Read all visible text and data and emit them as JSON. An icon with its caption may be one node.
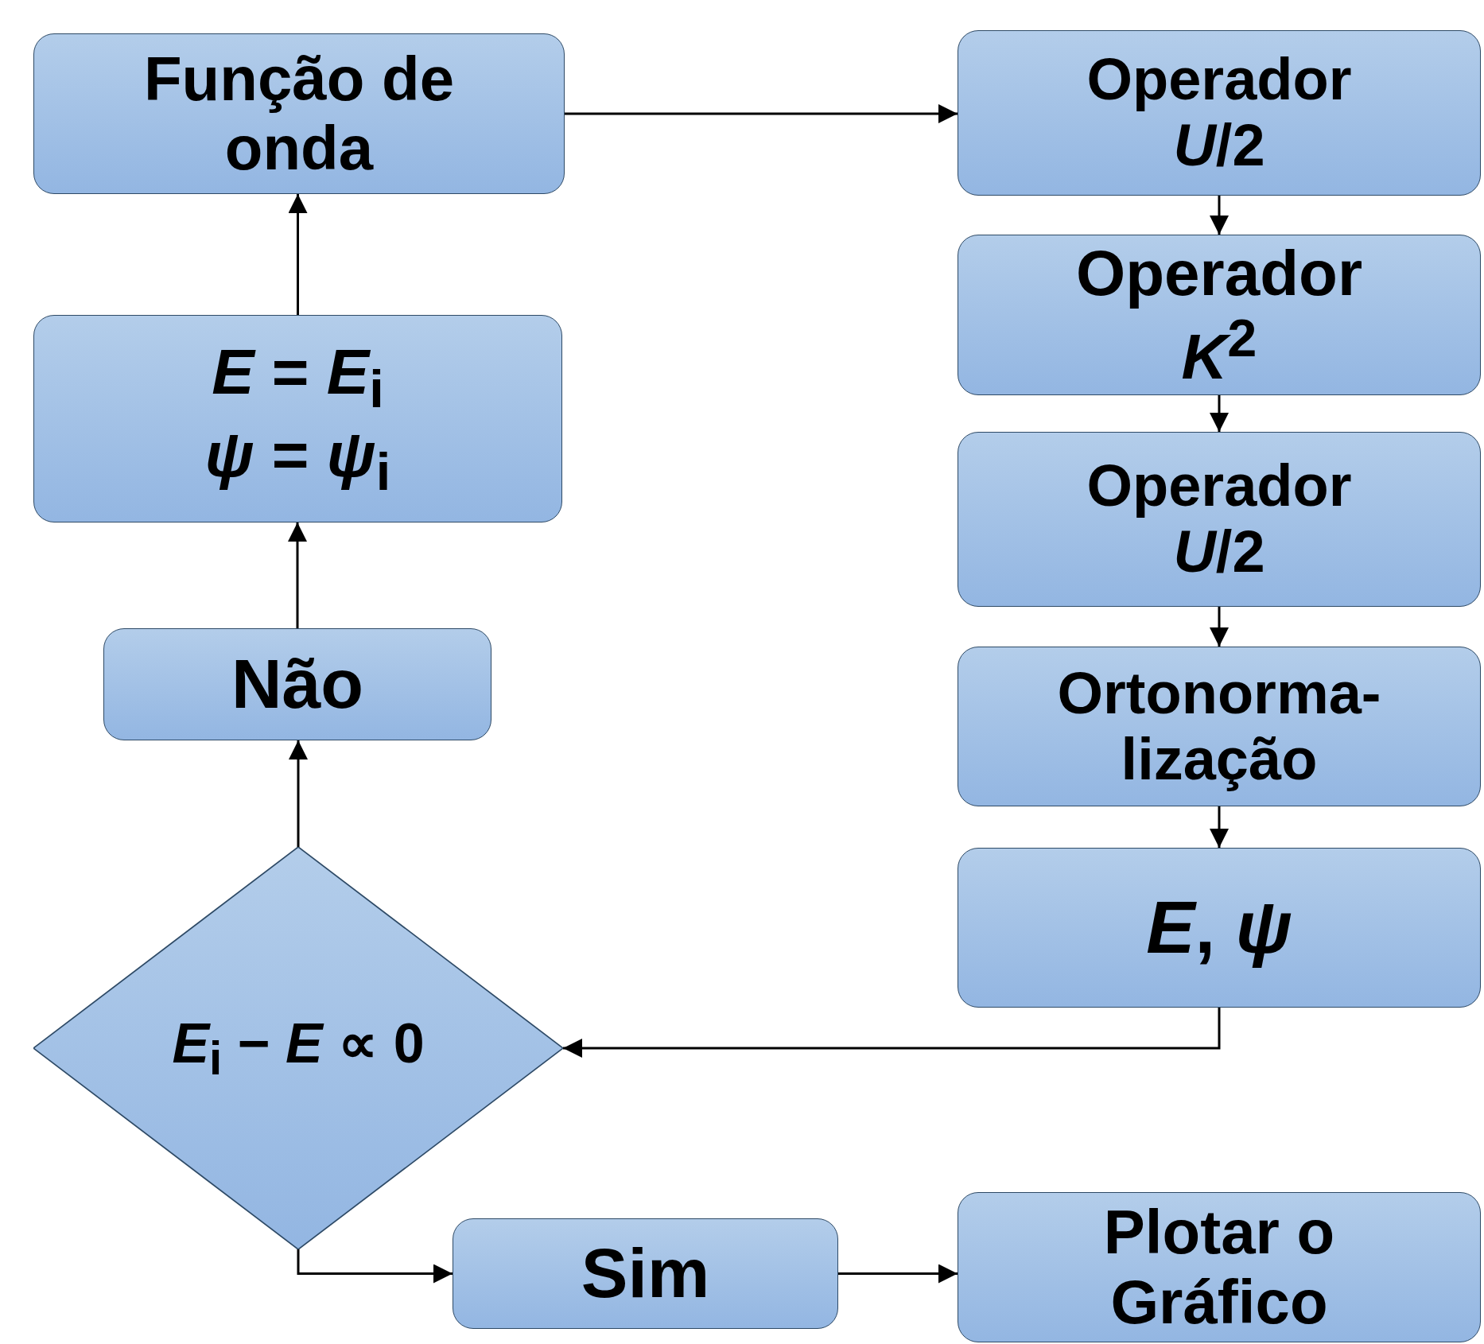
{
  "diagram": {
    "nodes": [
      {
        "text": [
          "Função de onda"
        ]
      },
      {
        "text": [
          "Operador",
          "*U*/2"
        ]
      },
      {
        "text": [
          "Operador",
          "*K*$^{2}$"
        ]
      },
      {
        "text": [
          "Operador",
          "*U*/2"
        ]
      },
      {
        "text": [
          "Ortonorma- lização"
        ]
      },
      {
        "text": [
          "*E*, *ψ*"
        ]
      },
      {
        "text": [
          "*E*$_{i}$ − *E* ∝ 0"
        ]
      },
      {
        "text": [
          "Não"
        ]
      },
      {
        "text": [
          "*E* = *E*$_{i}$",
          "*ψ* =  *ψ*$_{i}$"
        ]
      },
      {
        "text": [
          "Sim"
        ]
      },
      {
        "text": [
          "Plotar o Gráfico"
        ]
      }
    ],
    "edges": [
      {
        "from": 0,
        "to": 1,
        "arrow": "to"
      },
      {
        "from": 1,
        "to": 2,
        "arrow": "to"
      },
      {
        "from": 2,
        "to": 3,
        "arrow": "to"
      },
      {
        "from": 3,
        "to": 4,
        "arrow": "to"
      },
      {
        "from": 4,
        "to": 5,
        "arrow": "to"
      },
      {
        "from": 5,
        "to": 6,
        "arrow": "to"
      },
      {
        "from": 6,
        "to": 7,
        "arrow": "to"
      },
      {
        "from": 7,
        "to": 8,
        "arrow": "to"
      },
      {
        "from": 8,
        "to": 0,
        "arrow": "to"
      },
      {
        "from": 6,
        "to": 9,
        "arrow": "to"
      },
      {
        "from": 9,
        "to": 10,
        "arrow": "to"
      }
    ]
  }
}
